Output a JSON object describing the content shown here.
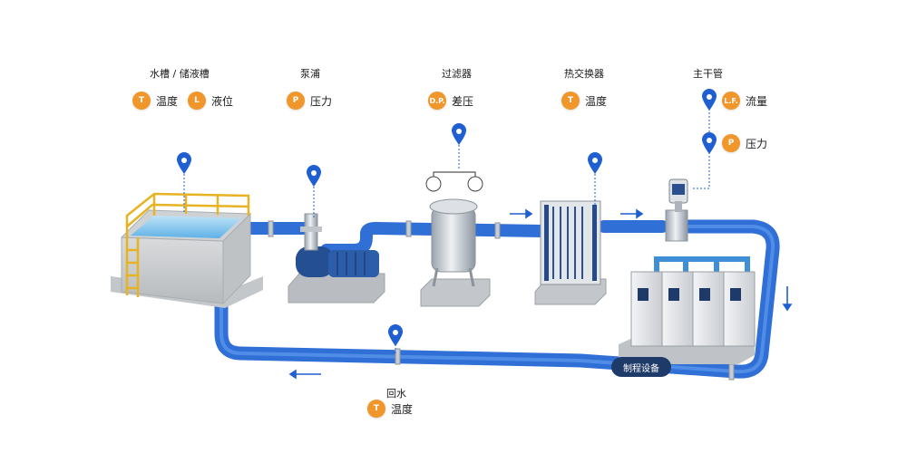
{
  "colors": {
    "pipe": "#2f6fd6",
    "badge": "#f0962a",
    "pill": "#1e3a68",
    "pin": "#1f5fd1"
  },
  "stations": {
    "tank": {
      "title": "水槽 / 储液槽",
      "m1": {
        "badge": "T",
        "label": "温度"
      },
      "m2": {
        "badge": "L",
        "label": "液位"
      }
    },
    "pump": {
      "title": "泵浦",
      "m1": {
        "badge": "P",
        "label": "压力"
      }
    },
    "filter": {
      "title": "过滤器",
      "m1": {
        "badge": "D.P.",
        "label": "差压"
      }
    },
    "hx": {
      "title": "热交换器",
      "m1": {
        "badge": "T",
        "label": "温度"
      }
    },
    "main": {
      "title": "主干管",
      "m1": {
        "badge": "L.F.",
        "label": "流量"
      },
      "m2": {
        "badge": "P",
        "label": "压力"
      }
    },
    "ret": {
      "title": "回水",
      "m1": {
        "badge": "T",
        "label": "温度"
      }
    }
  },
  "process_equipment_label": "制程设备",
  "icons": [
    "location-pin-icon",
    "flow-arrow-icon"
  ]
}
